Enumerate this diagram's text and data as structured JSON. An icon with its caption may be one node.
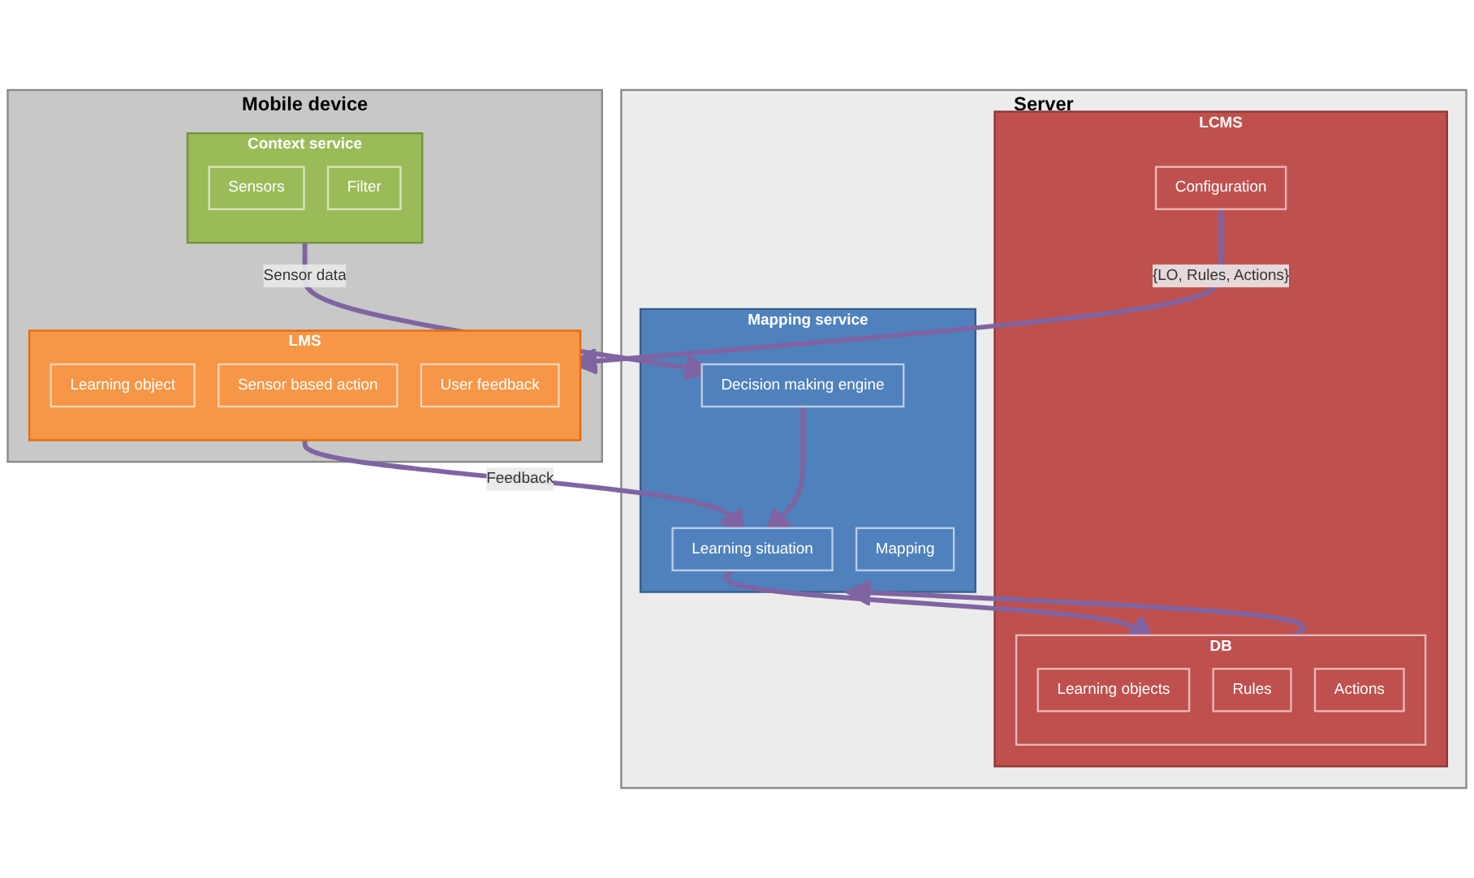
{
  "diagram": {
    "nodes": [
      {
        "text": [
          "Server"
        ]
      },
      {
        "text": [
          "LCMS"
        ],
        "in": 0
      },
      {
        "text": [
          "Configuration"
        ],
        "in": 1
      },
      {
        "text": [
          "DB"
        ],
        "in": 1
      },
      {
        "text": [
          "Learning objects"
        ],
        "in": 3
      },
      {
        "text": [
          "Rules"
        ],
        "in": 3
      },
      {
        "text": [
          "Actions"
        ],
        "in": 3
      },
      {
        "text": [
          "Mapping service"
        ],
        "in": 0
      },
      {
        "text": [
          "Learning situation"
        ],
        "in": 7
      },
      {
        "text": [
          "Mapping"
        ],
        "in": 7
      },
      {
        "text": [
          "Decision making engine"
        ],
        "in": 7
      },
      {
        "text": [
          "Mobile device"
        ]
      },
      {
        "text": [
          "LMS"
        ],
        "in": 11
      },
      {
        "text": [
          "Learning object"
        ],
        "in": 12
      },
      {
        "text": [
          "Sensor based action"
        ],
        "in": 12
      },
      {
        "text": [
          "User feedback"
        ],
        "in": 12
      },
      {
        "text": [
          "Context service"
        ],
        "in": 11
      },
      {
        "text": [
          "Sensors"
        ],
        "in": 16
      },
      {
        "text": [
          "Filter"
        ],
        "in": 16
      }
    ],
    "edges": [
      {
        "from": 2,
        "to": 12,
        "arrow": "to",
        "label": "{LO, Rules, Actions}"
      },
      {
        "from": 12,
        "to": 8,
        "arrow": "to",
        "label": "Feedback"
      },
      {
        "from": 8,
        "to": 3,
        "arrow": "to"
      },
      {
        "from": 3,
        "to": 7,
        "arrow": "to"
      },
      {
        "from": 10,
        "to": 8,
        "arrow": "to"
      },
      {
        "from": 16,
        "to": 10,
        "arrow": "to",
        "label": "Sensor data"
      }
    ]
  }
}
